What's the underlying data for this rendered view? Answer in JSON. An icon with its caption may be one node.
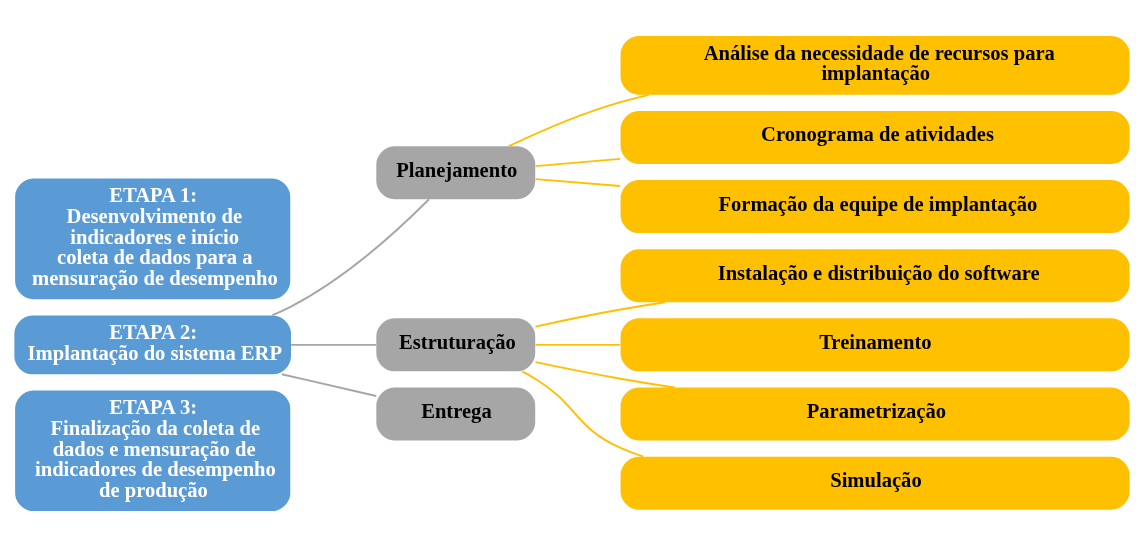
{
  "diagram": {
    "nodes": [
      {
        "text": [
          "ETAPA 1:",
          "Desenvolvimento de indicadores e início coleta de dados para a mensuração de desempenho"
        ]
      },
      {
        "text": [
          "ETAPA 2:",
          "Implantação do sistema ERP"
        ]
      },
      {
        "text": [
          "ETAPA 3:",
          "Finalização da coleta de dados e mensuração de indicadores de desempenho de produção"
        ]
      },
      {
        "text": [
          "Planejamento"
        ]
      },
      {
        "text": [
          "Estruturação"
        ]
      },
      {
        "text": [
          "Entrega"
        ]
      },
      {
        "text": [
          "Análise da necessidade de recursos para implantação"
        ]
      },
      {
        "text": [
          "Cronograma de atividades"
        ]
      },
      {
        "text": [
          "Formação da equipe de implantação"
        ]
      },
      {
        "text": [
          "Instalação e distribuição do software"
        ]
      },
      {
        "text": [
          "Treinamento"
        ]
      },
      {
        "text": [
          "Parametrização"
        ]
      },
      {
        "text": [
          "Simulação"
        ]
      }
    ],
    "edges": [
      {
        "from": 1,
        "to": 3,
        "arrow": "none",
        "color": "#a6a6a6"
      },
      {
        "from": 1,
        "to": 4,
        "arrow": "none",
        "color": "#a6a6a6"
      },
      {
        "from": 1,
        "to": 5,
        "arrow": "none",
        "color": "#a6a6a6"
      },
      {
        "from": 3,
        "to": 6,
        "arrow": "none"
      },
      {
        "from": 3,
        "to": 7,
        "arrow": "none"
      },
      {
        "from": 3,
        "to": 8,
        "arrow": "none"
      },
      {
        "from": 4,
        "to": 9,
        "arrow": "none"
      },
      {
        "from": 4,
        "to": 10,
        "arrow": "none"
      },
      {
        "from": 4,
        "to": 11,
        "arrow": "none"
      },
      {
        "from": 4,
        "to": 12,
        "arrow": "none"
      }
    ]
  }
}
